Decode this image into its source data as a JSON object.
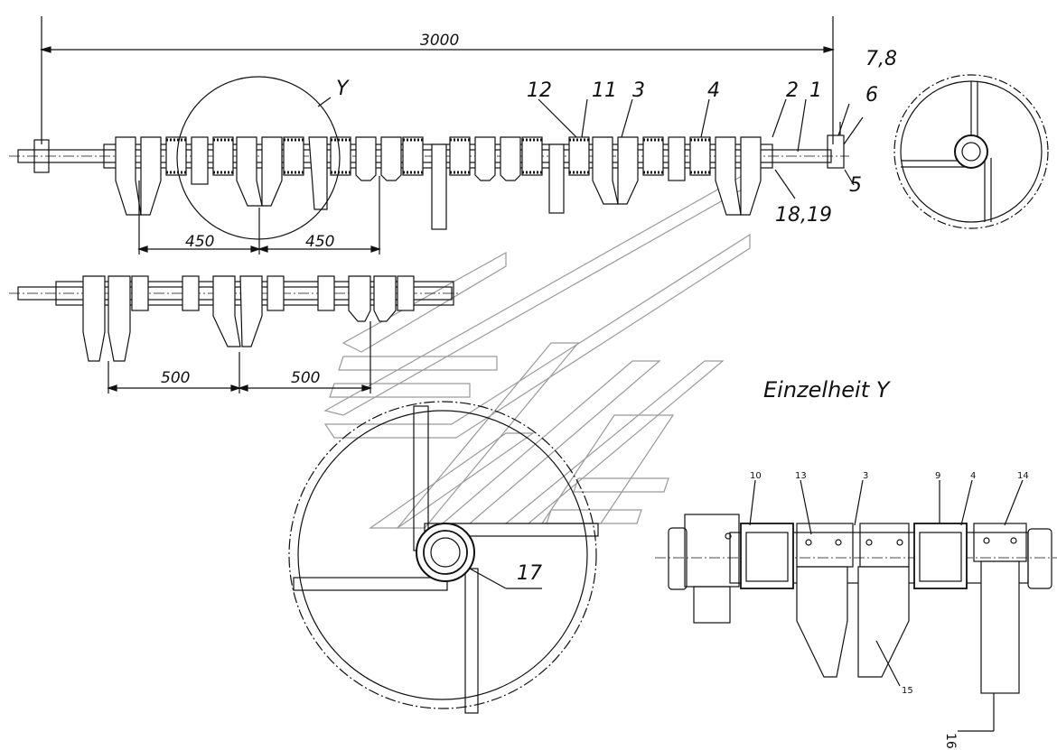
{
  "dimensions": {
    "overall": "3000",
    "spacing_a_left": "450",
    "spacing_a_right": "450",
    "spacing_b_left": "500",
    "spacing_b_right": "500"
  },
  "callouts_top": {
    "c12": "12",
    "c11": "11",
    "c3": "3",
    "c4": "4",
    "c2": "2",
    "c1": "1",
    "c78": "7,8",
    "c6": "6",
    "c5": "5",
    "c1819": "18,19",
    "cY": "Y"
  },
  "callout_17": "17",
  "detail": {
    "title": "Einzelheit Y",
    "c10": "10",
    "c13": "13",
    "c3": "3",
    "c9": "9",
    "c4": "4",
    "c14": "14",
    "c15": "15",
    "c16": "16"
  },
  "colors": {
    "line": "#111111",
    "watermark": "#9a9a9a"
  }
}
